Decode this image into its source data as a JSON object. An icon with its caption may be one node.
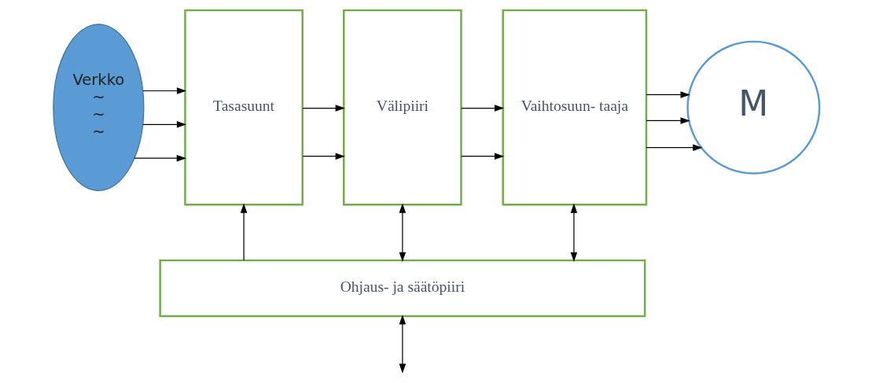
{
  "diagram": {
    "nodes": [
      {
        "text": [
          "Verkko",
          "~",
          "~",
          "~"
        ]
      },
      {
        "text": [
          "Tasasuunt"
        ]
      },
      {
        "text": [
          "Välipiiri"
        ]
      },
      {
        "text": [
          "Vaihtosuun- taaja"
        ]
      },
      {
        "text": [
          "M"
        ]
      },
      {
        "text": [
          "Ohjaus- ja säätöpiiri"
        ]
      }
    ],
    "edges": [
      {
        "from": 0,
        "to": 1,
        "arrow": "to"
      },
      {
        "from": 0,
        "to": 1,
        "arrow": "to"
      },
      {
        "from": 0,
        "to": 1,
        "arrow": "to"
      },
      {
        "from": 1,
        "to": 2,
        "arrow": "to"
      },
      {
        "from": 1,
        "to": 2,
        "arrow": "to"
      },
      {
        "from": 2,
        "to": 3,
        "arrow": "to"
      },
      {
        "from": 2,
        "to": 3,
        "arrow": "to"
      },
      {
        "from": 3,
        "to": 4,
        "arrow": "to"
      },
      {
        "from": 3,
        "to": 4,
        "arrow": "to"
      },
      {
        "from": 3,
        "to": 4,
        "arrow": "to"
      },
      {
        "from": 5,
        "to": 1,
        "arrow": "to"
      },
      {
        "from": 5,
        "to": 2,
        "arrow": "both"
      },
      {
        "from": 5,
        "to": 3,
        "arrow": "both"
      },
      {
        "from": 5,
        "to": null,
        "arrow": "both"
      }
    ]
  }
}
